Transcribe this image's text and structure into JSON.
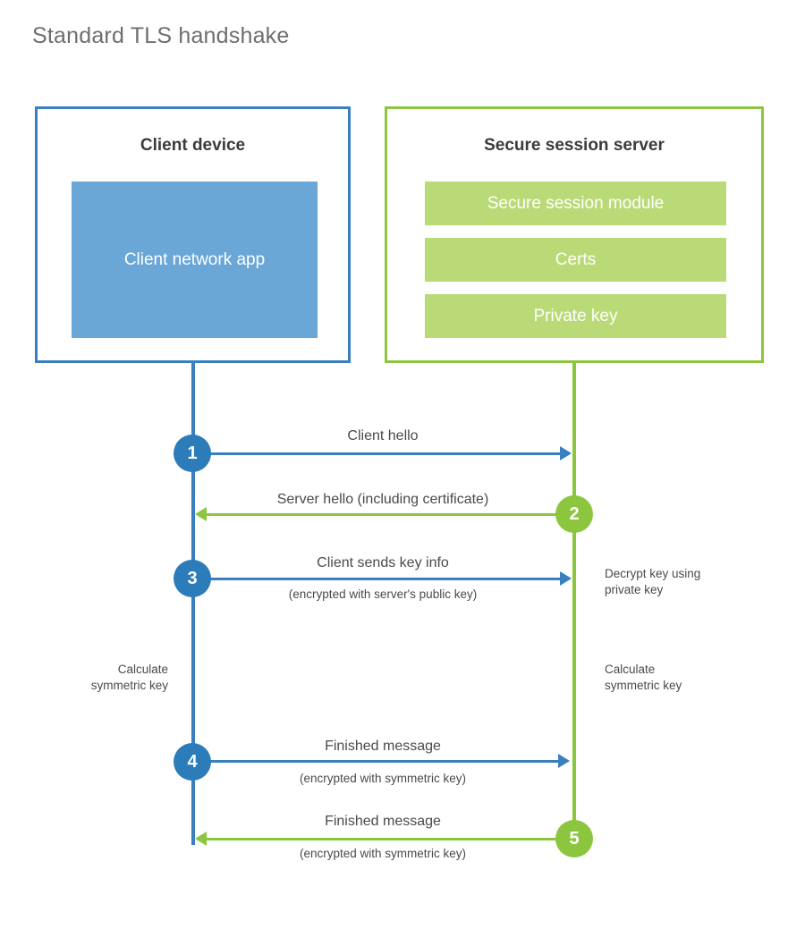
{
  "title": "Standard TLS handshake",
  "parties": {
    "client": {
      "title": "Client device",
      "blocks": [
        {
          "label": "Client network app"
        }
      ]
    },
    "server": {
      "title": "Secure session server",
      "blocks": [
        {
          "label": "Secure session module"
        },
        {
          "label": "Certs"
        },
        {
          "label": "Private key"
        }
      ]
    }
  },
  "steps": [
    {
      "number": "1",
      "label": "Client hello",
      "sublabel": "",
      "direction": "client-to-server",
      "color": "blue"
    },
    {
      "number": "2",
      "label": "Server hello (including certificate)",
      "sublabel": "",
      "direction": "server-to-client",
      "color": "green"
    },
    {
      "number": "3",
      "label": "Client sends key info",
      "sublabel": "(encrypted with server's public key)",
      "direction": "client-to-server",
      "color": "blue"
    },
    {
      "number": "4",
      "label": "Finished message",
      "sublabel": "(encrypted with symmetric key)",
      "direction": "client-to-server",
      "color": "blue"
    },
    {
      "number": "5",
      "label": "Finished message",
      "sublabel": "(encrypted with symmetric key)",
      "direction": "server-to-client",
      "color": "green"
    }
  ],
  "annotations": {
    "server_decrypt": "Decrypt key using\nprivate key",
    "client_calculate": "Calculate\nsymmetric key",
    "server_calculate": "Calculate\nsymmetric key"
  },
  "colors": {
    "client_border": "#3a7fbf",
    "client_block": "#6aa6d6",
    "client_circle": "#2c7cba",
    "server_border": "#8cc63f",
    "server_block": "#bada78",
    "server_circle": "#8cc63f",
    "title_text": "#6d6e71",
    "body_text": "#4a4a4c"
  }
}
